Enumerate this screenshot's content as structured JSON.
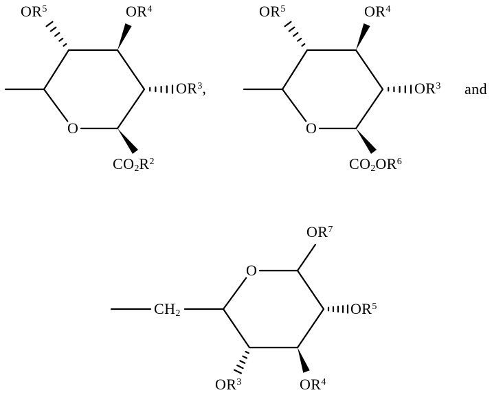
{
  "figure": {
    "background": "#ffffff",
    "line_color": "#000000",
    "and_text": "and",
    "comma_text": ","
  },
  "structures": [
    {
      "id": "pyranose-ring-1",
      "ring_oxygen": "O",
      "labels": {
        "or5": {
          "base": "OR",
          "sup": "5"
        },
        "or4": {
          "base": "OR",
          "sup": "4"
        },
        "or3": {
          "base": "OR",
          "sup": "3"
        },
        "ester": {
          "c1": "CO",
          "sub": "2",
          "c2": "R",
          "sup": "2"
        }
      }
    },
    {
      "id": "pyranose-ring-2",
      "ring_oxygen": "O",
      "labels": {
        "or5": {
          "base": "OR",
          "sup": "5"
        },
        "or4": {
          "base": "OR",
          "sup": "4"
        },
        "or3": {
          "base": "OR",
          "sup": "3"
        },
        "ester": {
          "c1": "CO",
          "sub": "2",
          "c2": "OR",
          "sup": "6"
        }
      }
    },
    {
      "id": "pyranose-ring-3",
      "ring_oxygen": "O",
      "labels": {
        "or7": {
          "base": "OR",
          "sup": "7"
        },
        "or5": {
          "base": "OR",
          "sup": "5"
        },
        "or4": {
          "base": "OR",
          "sup": "4"
        },
        "or3": {
          "base": "OR",
          "sup": "3"
        },
        "ch2": {
          "base": "CH",
          "sub": "2"
        }
      }
    }
  ]
}
